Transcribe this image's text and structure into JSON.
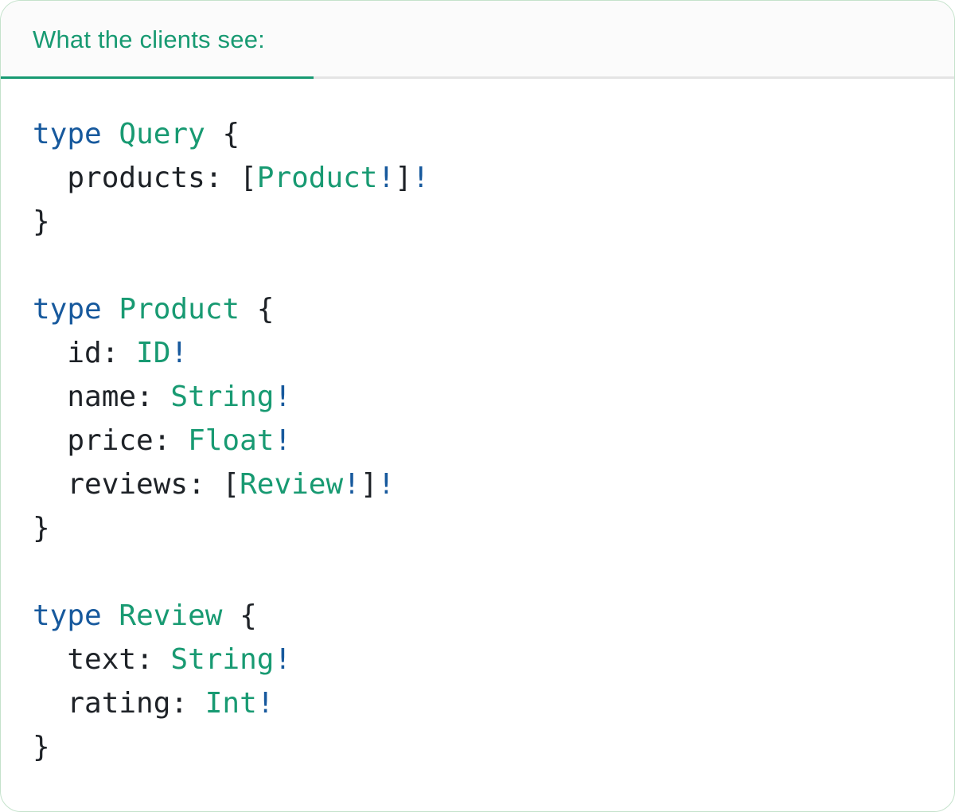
{
  "colors": {
    "accent_teal": "#189a72",
    "keyword_blue": "#17599d",
    "code_ink": "#1e2227",
    "divider_gray": "#e4e4e4",
    "header_bg": "#fbfbfb",
    "card_bg": "#ffffff",
    "card_border": "#c4e2cb"
  },
  "header": {
    "tab_label": "What the clients see:"
  },
  "code": {
    "language": "graphql",
    "lines": [
      [
        [
          "kw",
          "type"
        ],
        [
          "pl",
          " "
        ],
        [
          "ty",
          "Query"
        ],
        [
          "pl",
          " {"
        ]
      ],
      [
        [
          "pl",
          "  products: ["
        ],
        [
          "ty",
          "Product"
        ],
        [
          "bang",
          "!"
        ],
        [
          "pl",
          "]"
        ],
        [
          "bang",
          "!"
        ]
      ],
      [
        [
          "pl",
          "}"
        ]
      ],
      [],
      [
        [
          "kw",
          "type"
        ],
        [
          "pl",
          " "
        ],
        [
          "ty",
          "Product"
        ],
        [
          "pl",
          " {"
        ]
      ],
      [
        [
          "pl",
          "  id: "
        ],
        [
          "ty",
          "ID"
        ],
        [
          "bang",
          "!"
        ]
      ],
      [
        [
          "pl",
          "  name: "
        ],
        [
          "ty",
          "String"
        ],
        [
          "bang",
          "!"
        ]
      ],
      [
        [
          "pl",
          "  price: "
        ],
        [
          "ty",
          "Float"
        ],
        [
          "bang",
          "!"
        ]
      ],
      [
        [
          "pl",
          "  reviews: ["
        ],
        [
          "ty",
          "Review"
        ],
        [
          "bang",
          "!"
        ],
        [
          "pl",
          "]"
        ],
        [
          "bang",
          "!"
        ]
      ],
      [
        [
          "pl",
          "}"
        ]
      ],
      [],
      [
        [
          "kw",
          "type"
        ],
        [
          "pl",
          " "
        ],
        [
          "ty",
          "Review"
        ],
        [
          "pl",
          " {"
        ]
      ],
      [
        [
          "pl",
          "  text: "
        ],
        [
          "ty",
          "String"
        ],
        [
          "bang",
          "!"
        ]
      ],
      [
        [
          "pl",
          "  rating: "
        ],
        [
          "ty",
          "Int"
        ],
        [
          "bang",
          "!"
        ]
      ],
      [
        [
          "pl",
          "}"
        ]
      ]
    ]
  }
}
